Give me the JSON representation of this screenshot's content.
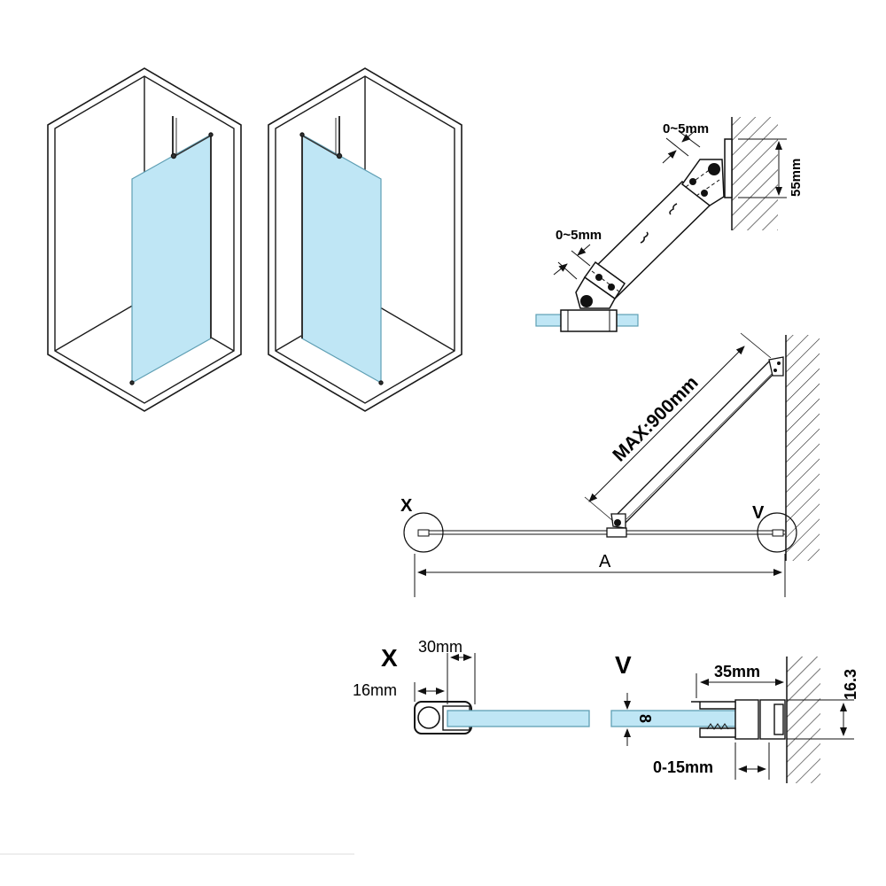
{
  "colors": {
    "glass": "#bfe6f5",
    "glass_edge": "#5f9fb4",
    "line": "#1a1a1a",
    "background": "#ffffff"
  },
  "bracket_detail": {
    "gap_top": "0~5mm",
    "gap_bottom": "0~5mm",
    "wall_height": "55mm"
  },
  "plan_view": {
    "max_length": "MAX:900mm",
    "width_label": "A",
    "left_marker": "X",
    "right_marker": "V"
  },
  "detail_x": {
    "marker": "X",
    "width": "30mm",
    "offset": "16mm"
  },
  "detail_v": {
    "marker": "V",
    "glass_thickness": "8",
    "profile_width": "35mm",
    "profile_depth": "16.3",
    "adjustment": "0-15mm"
  }
}
